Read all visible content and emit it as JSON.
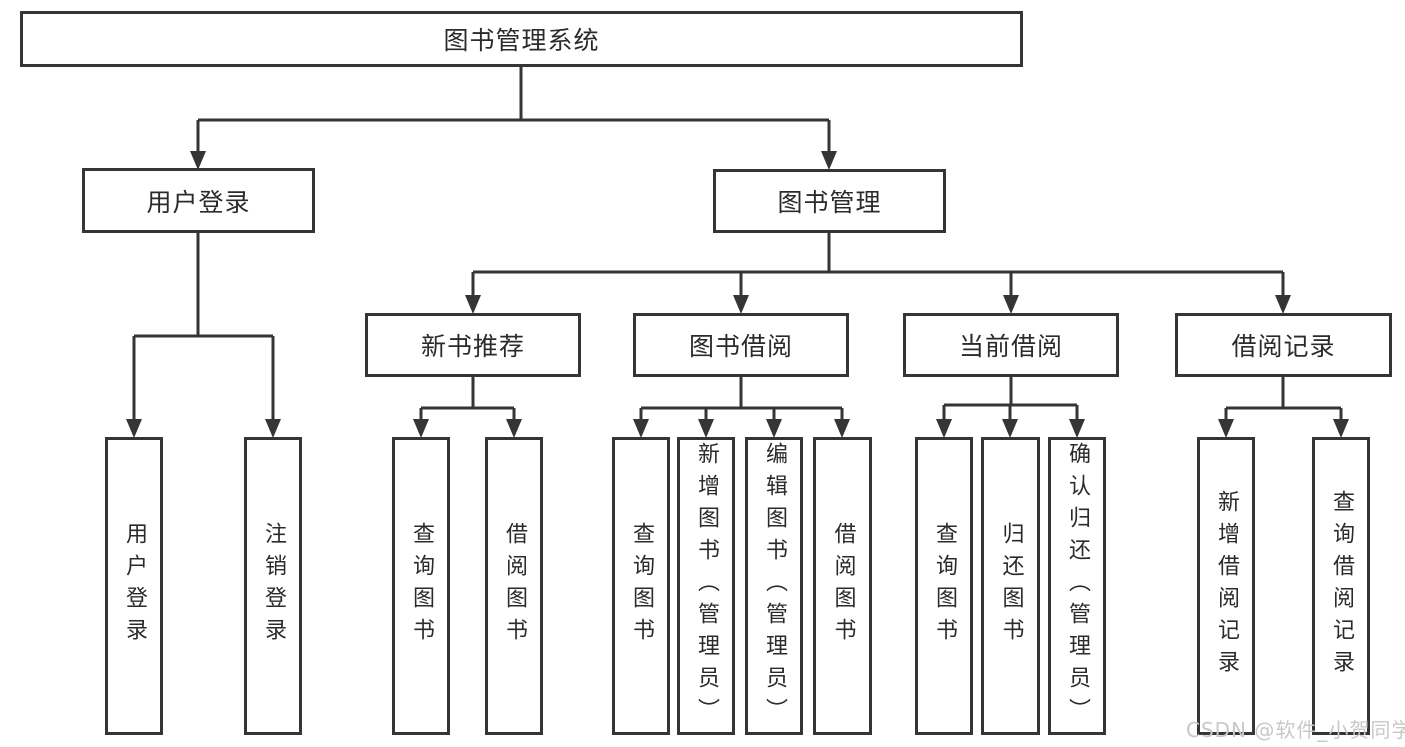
{
  "diagram": {
    "root": {
      "label": "图书管理系统"
    },
    "branches": [
      {
        "label": "用户登录",
        "leaves": [
          "用户登录",
          "注销登录"
        ]
      },
      {
        "label": "图书管理",
        "sections": [
          {
            "label": "新书推荐",
            "leaves": [
              "查询图书",
              "借阅图书"
            ]
          },
          {
            "label": "图书借阅",
            "leaves": [
              "查询图书",
              "新增图书（管理员）",
              "编辑图书（管理员）",
              "借阅图书"
            ]
          },
          {
            "label": "当前借阅",
            "leaves": [
              "查询图书",
              "归还图书",
              "确认归还（管理员）"
            ]
          },
          {
            "label": "借阅记录",
            "leaves": [
              "新增借阅记录",
              "查询借阅记录"
            ]
          }
        ]
      }
    ]
  },
  "watermark": {
    "text": "CSDN @软件_小贺同学"
  },
  "colors": {
    "line": "#353535",
    "text": "#2b2b2b",
    "watermark": "#c8c8c8",
    "background": "#ffffff"
  }
}
